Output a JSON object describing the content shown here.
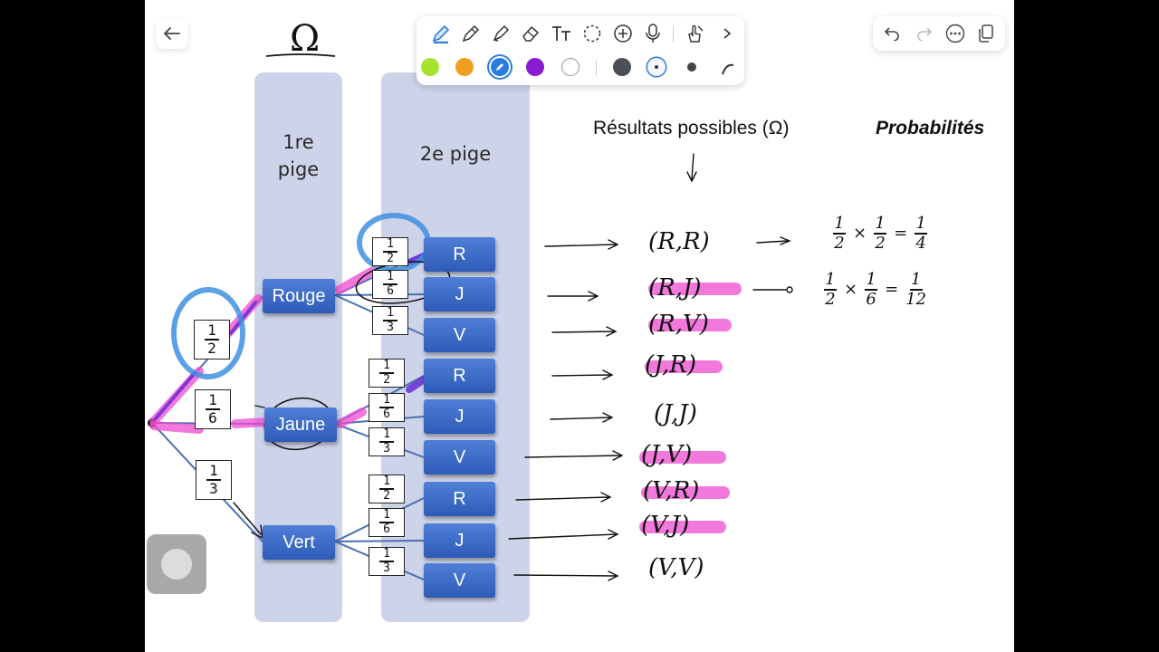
{
  "colors": {
    "node": "#3f6fd0",
    "band": "#cdd3e8",
    "highlight": "#ef4bd0",
    "blue_ink": "#3f8fe0",
    "purple_ink": "#6a2bd4"
  },
  "toolbar": {
    "tools": [
      "pen-icon",
      "pencil-icon",
      "highlighter-icon",
      "eraser-icon",
      "text-tool-icon",
      "lasso-icon",
      "add-icon",
      "mic-icon",
      "touch-draw-icon",
      "chevron-right-icon"
    ],
    "colors": [
      "#a6e22e",
      "#f0a020",
      "#2b7be4",
      "#8a1ad0",
      "#ffffff"
    ],
    "selected_color_index": 2,
    "stroke_sizes": [
      "large",
      "medium",
      "small"
    ],
    "selected_stroke_index": 1
  },
  "top_right": {
    "icons": [
      "undo-icon",
      "redo-icon",
      "more-icon",
      "pages-icon"
    ]
  },
  "columns": {
    "first": "1re\npige",
    "second": "2e pige"
  },
  "headers": {
    "outcomes": "Résultats possibles (Ω)",
    "probabilities": "Probabilités"
  },
  "omega_sketch": "Ω",
  "nodes": {
    "first": [
      "Rouge",
      "Jaune",
      "Vert"
    ],
    "second": [
      "R",
      "J",
      "V",
      "R",
      "J",
      "V",
      "R",
      "J",
      "V"
    ]
  },
  "fractions_first": [
    {
      "n": "1",
      "d": "2"
    },
    {
      "n": "1",
      "d": "6"
    },
    {
      "n": "1",
      "d": "3"
    }
  ],
  "fractions_second": [
    {
      "n": "1",
      "d": "2"
    },
    {
      "n": "1",
      "d": "6"
    },
    {
      "n": "1",
      "d": "3"
    },
    {
      "n": "1",
      "d": "2"
    },
    {
      "n": "1",
      "d": "6"
    },
    {
      "n": "1",
      "d": "3"
    },
    {
      "n": "1",
      "d": "2"
    },
    {
      "n": "1",
      "d": "6"
    },
    {
      "n": "1",
      "d": "3"
    }
  ],
  "outcomes": [
    "(R,R)",
    "(R,J)",
    "(R,V)",
    "(J,R)",
    "(J,J)",
    "(J,V)",
    "(V,R)",
    "(V,J)",
    "(V,V)"
  ],
  "crossed_outcomes": [
    false,
    true,
    true,
    true,
    false,
    true,
    true,
    true,
    false
  ],
  "calculations": [
    {
      "a": {
        "n": "1",
        "d": "2"
      },
      "op": "×",
      "b": {
        "n": "1",
        "d": "2"
      },
      "eq": "=",
      "r": {
        "n": "1",
        "d": "4"
      }
    },
    {
      "a": {
        "n": "1",
        "d": "2"
      },
      "op": "×",
      "b": {
        "n": "1",
        "d": "6"
      },
      "eq": "=",
      "r": {
        "n": "1",
        "d": "12"
      }
    }
  ]
}
